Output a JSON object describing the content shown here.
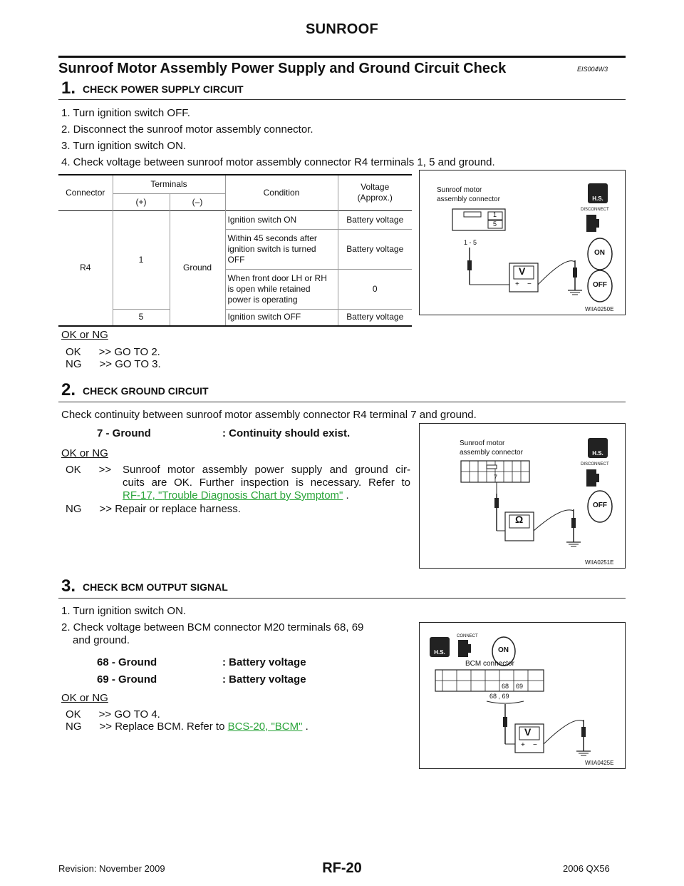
{
  "header": {
    "title": "SUNROOF"
  },
  "section": {
    "title": "Sunroof Motor Assembly Power Supply and Ground Circuit Check",
    "code": "EIS004W3"
  },
  "step1": {
    "num": "1.",
    "title": "CHECK POWER SUPPLY CIRCUIT",
    "items": [
      "1. Turn ignition switch OFF.",
      "2. Disconnect the sunroof motor assembly connector.",
      "3. Turn ignition switch ON.",
      "4. Check voltage between sunroof motor assembly connector R4 terminals 1, 5 and ground."
    ],
    "table": {
      "h_connector": "Connector",
      "h_terminals": "Terminals",
      "h_condition": "Condition",
      "h_voltage": "Voltage\n(Approx.)",
      "h_plus": "(+)",
      "h_minus": "(–)",
      "connector": "R4",
      "term1": "1",
      "ground": "Ground",
      "term5": "5",
      "rows": [
        {
          "condition": "Ignition switch ON",
          "voltage": "Battery voltage"
        },
        {
          "condition": "Within 45 seconds after ignition switch is turned OFF",
          "voltage": "Battery voltage"
        },
        {
          "condition": "When front door LH or RH is open while retained power is operating",
          "voltage": "0"
        },
        {
          "condition": "Ignition switch OFF",
          "voltage": "Battery voltage"
        }
      ]
    },
    "figure": {
      "label1": "Sunroof motor",
      "label2": "assembly connector",
      "pins": [
        "1",
        "5"
      ],
      "wire": "1 - 5",
      "meter": "V",
      "plus": "+",
      "minus": "−",
      "disconnect": "DISCONNECT",
      "hs": "H.S.",
      "on": "ON",
      "off": "OFF",
      "code": "WIIA0250E"
    },
    "okng": "OK or NG",
    "ok": "OK      >> GO TO 2.",
    "ng": "NG      >> GO TO 3."
  },
  "step2": {
    "num": "2.",
    "title": "CHECK GROUND CIRCUIT",
    "text": "Check continuity between sunroof motor assembly connector R4 terminal 7 and ground.",
    "spec_left": "7 - Ground",
    "spec_right": ": Continuity should exist.",
    "okng": "OK or NG",
    "ok_prefix": "OK      >>",
    "ok_text1": "Sunroof motor assembly power supply and ground cir-",
    "ok_text2": "cuits are OK. Further inspection is necessary. Refer to",
    "ok_link": "RF-17, \"Trouble Diagnosis Chart by Symptom\"",
    "ok_end": " .",
    "ng": "NG      >> Repair or replace harness.",
    "figure": {
      "label1": "Sunroof motor",
      "label2": "assembly connector",
      "pin": "7",
      "meter": "Ω",
      "disconnect": "DISCONNECT",
      "hs": "H.S.",
      "off": "OFF",
      "code": "WIIA0251E"
    }
  },
  "step3": {
    "num": "3.",
    "title": "CHECK BCM OUTPUT SIGNAL",
    "item1": "1. Turn ignition switch ON.",
    "item2a": "2. Check voltage between BCM connector M20 terminals 68, 69",
    "item2b": "and ground.",
    "spec1_left": "68 - Ground",
    "spec1_right": ": Battery voltage",
    "spec2_left": "69 - Ground",
    "spec2_right": ": Battery voltage",
    "okng": "OK or NG",
    "ok": "OK      >> GO TO 4.",
    "ng_prefix": "NG      >> Replace BCM. Refer to ",
    "ng_link": "BCS-20, \"BCM\"",
    "ng_end": " .",
    "figure": {
      "connect": "CONNECT",
      "hs": "H.S.",
      "on": "ON",
      "label": "BCM connector",
      "pins": [
        "68",
        "69"
      ],
      "wire": "68 , 69",
      "meter": "V",
      "plus": "+",
      "minus": "−",
      "code": "WIIA0425E"
    }
  },
  "footer": {
    "page": "RF-20",
    "revision": "Revision: November 2009",
    "model": "2006 QX56"
  }
}
